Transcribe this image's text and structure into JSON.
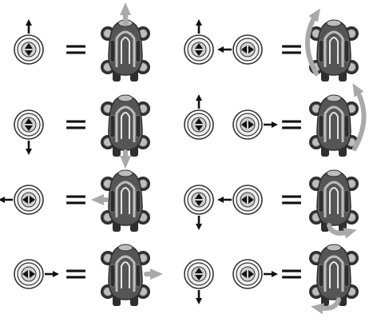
{
  "title": "",
  "equals_symbol": "=",
  "colors": {
    "background": "#ffffff",
    "ink": "#111111",
    "joystick_ring": "#333333",
    "joystick_fill": "#eeeeee",
    "joystick_knob": "#cfcfcf",
    "motion_arrow": "#a9a9a9",
    "robot_body": "#555555",
    "robot_dark": "#2e2e2e",
    "robot_light": "#bdbdbd"
  },
  "rows": [
    {
      "left": {
        "sticks": [
          {
            "axis": "vertical",
            "arrow": "up"
          }
        ],
        "robot_motion": "forward",
        "motion_arrow_icon": "arrow-up-icon"
      },
      "right": {
        "sticks": [
          {
            "axis": "vertical",
            "arrow": "up"
          },
          {
            "axis": "horizontal",
            "arrow": "left"
          }
        ],
        "robot_motion": "curve-forward-left",
        "motion_arrow_icon": "curved-arrow-left-icon"
      }
    },
    {
      "left": {
        "sticks": [
          {
            "axis": "vertical",
            "arrow": "down"
          }
        ],
        "robot_motion": "backward",
        "motion_arrow_icon": "arrow-down-icon"
      },
      "right": {
        "sticks": [
          {
            "axis": "vertical",
            "arrow": "up"
          },
          {
            "axis": "horizontal",
            "arrow": "right"
          }
        ],
        "robot_motion": "curve-forward-right",
        "motion_arrow_icon": "curved-arrow-right-icon"
      }
    },
    {
      "left": {
        "sticks": [
          {
            "axis": "horizontal",
            "arrow": "left"
          }
        ],
        "robot_motion": "rotate-left",
        "motion_arrow_icon": "arrow-left-icon"
      },
      "right": {
        "sticks": [
          {
            "axis": "vertical",
            "arrow": "down"
          },
          {
            "axis": "horizontal",
            "arrow": "left"
          }
        ],
        "robot_motion": "curve-backward-right",
        "motion_arrow_icon": "back-curve-right-icon"
      }
    },
    {
      "left": {
        "sticks": [
          {
            "axis": "horizontal",
            "arrow": "right"
          }
        ],
        "robot_motion": "rotate-right",
        "motion_arrow_icon": "arrow-right-icon"
      },
      "right": {
        "sticks": [
          {
            "axis": "vertical",
            "arrow": "down"
          },
          {
            "axis": "horizontal",
            "arrow": "right"
          }
        ],
        "robot_motion": "curve-backward-left",
        "motion_arrow_icon": "back-curve-left-icon"
      }
    }
  ]
}
